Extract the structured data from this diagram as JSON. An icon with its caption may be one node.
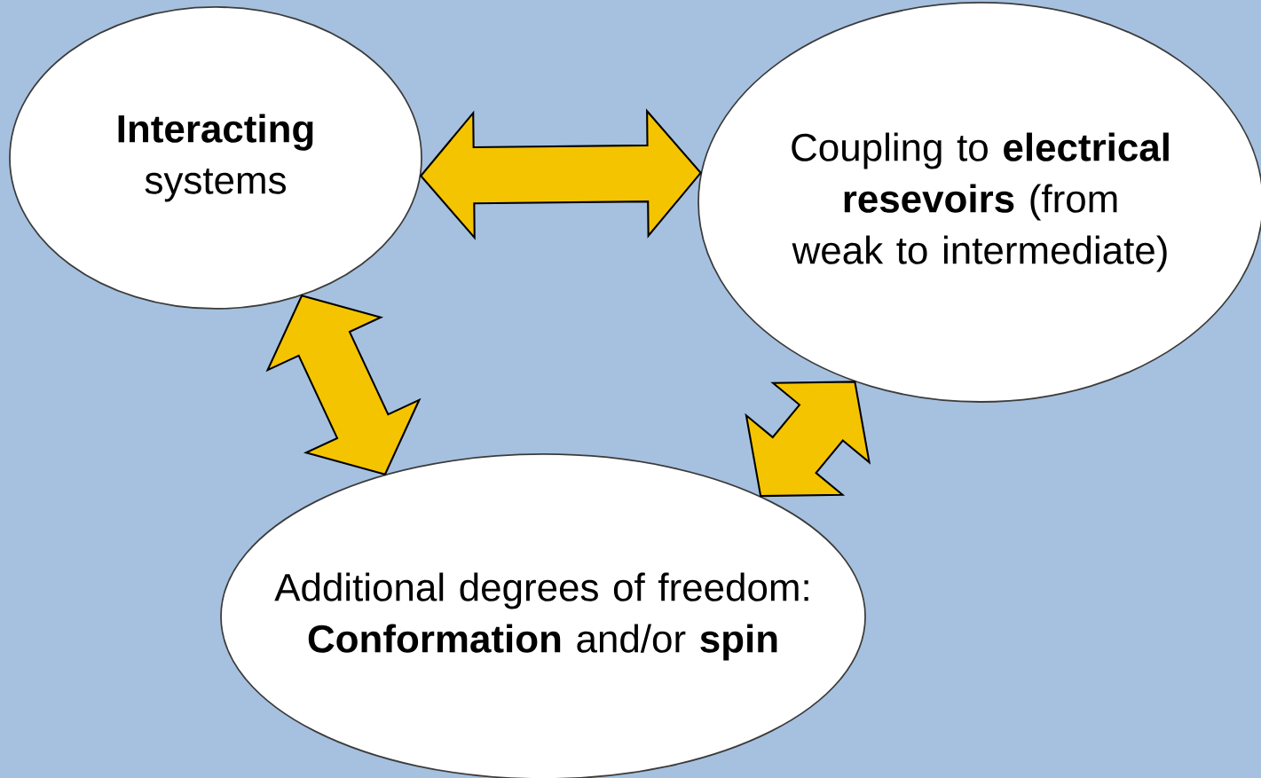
{
  "diagram": {
    "nodes": [
      {
        "text": [
          "**Interacting** systems"
        ]
      },
      {
        "text": [
          "Coupling to **electrical resevoirs** (from weak to intermediate)"
        ]
      },
      {
        "text": [
          "Additional degrees of freedom: **Conformation** and/or **spin**"
        ]
      }
    ],
    "edges": [
      {
        "from": 0,
        "to": 1,
        "arrow": "both"
      },
      {
        "from": 0,
        "to": 2,
        "arrow": "both"
      },
      {
        "from": 2,
        "to": 1,
        "arrow": "both"
      }
    ]
  }
}
